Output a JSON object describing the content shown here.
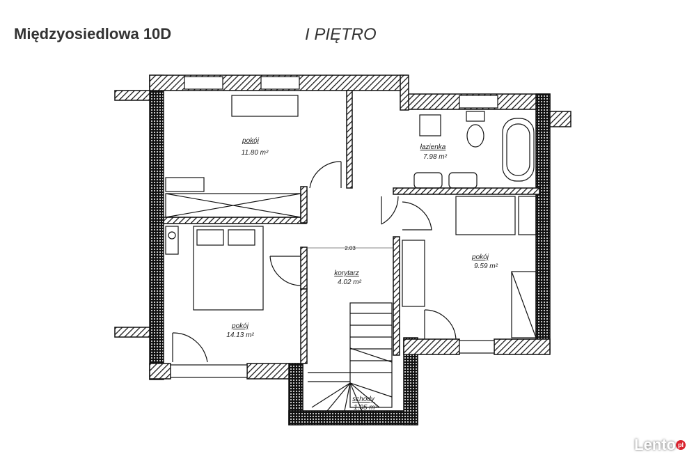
{
  "header": {
    "address": "Międzyosiedlowa 10D",
    "floor": "I PIĘTRO"
  },
  "rooms": [
    {
      "name": "pokój",
      "area": "11.80 m²"
    },
    {
      "name": "łazienka",
      "area": "7.98 m²"
    },
    {
      "name": "korytarz",
      "area": "4.02 m²"
    },
    {
      "name": "pokój",
      "area": "9.59 m²"
    },
    {
      "name": "pokój",
      "area": "14.13 m²"
    },
    {
      "name": "schody",
      "area": "1.05 m²"
    }
  ],
  "dimension": "2.03",
  "watermark": {
    "text": "Lento",
    "badge": "pl"
  }
}
